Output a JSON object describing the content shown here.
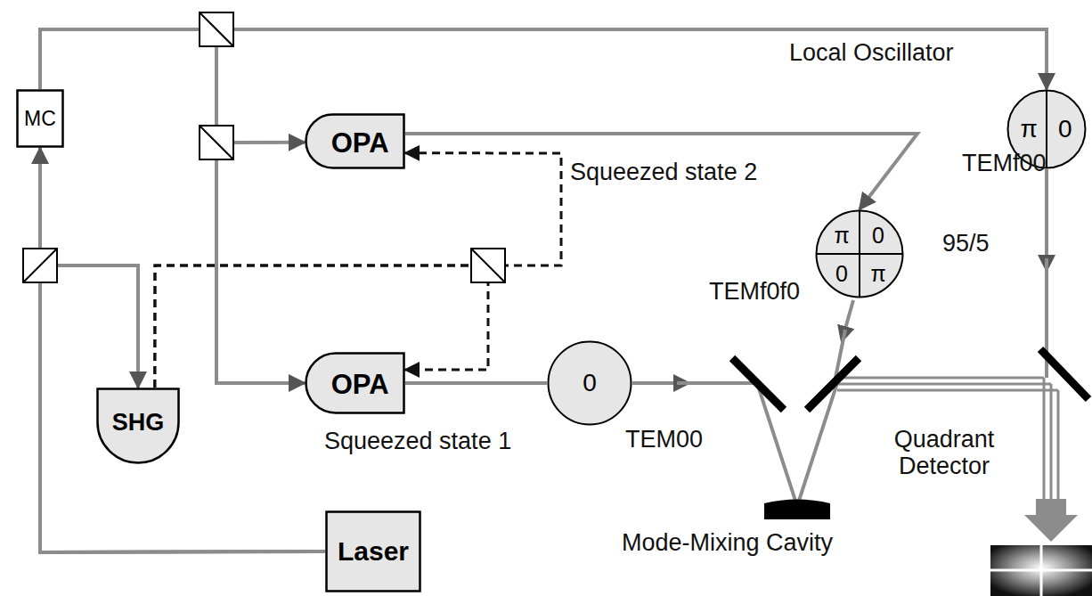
{
  "diagram": {
    "nodes": [
      {
        "text": [
          "MC"
        ]
      },
      {
        "text": [
          "OPA"
        ]
      },
      {
        "text": [
          "π",
          "0"
        ]
      },
      {
        "text": [
          "π",
          "0",
          "0",
          "π"
        ]
      },
      {
        "text": [
          "OPA"
        ]
      },
      {
        "text": [
          "0"
        ]
      },
      {
        "text": [
          "SHG"
        ]
      },
      {
        "text": [
          "Laser"
        ]
      }
    ],
    "edges": [
      {
        "from": 7,
        "to": 0,
        "arrow": "to"
      },
      {
        "from": 7,
        "to": 6,
        "arrow": "to"
      },
      {
        "from": 0,
        "to": 2,
        "arrow": "to"
      },
      {
        "from": 0,
        "to": 1,
        "arrow": "to"
      },
      {
        "from": 0,
        "to": 4,
        "arrow": "to"
      },
      {
        "from": 6,
        "to": 1,
        "arrow": "to"
      },
      {
        "from": 6,
        "to": 4,
        "arrow": "to"
      },
      {
        "from": 1,
        "to": 3,
        "arrow": "to"
      },
      {
        "from": 4,
        "to": 5,
        "arrow": "none"
      }
    ],
    "labels": [
      "Local Oscillator",
      "Squeezed state 2",
      "TEMf00",
      "TEMf0f0",
      "95/5",
      "Squeezed state 1",
      "TEM00",
      "Quadrant Detector",
      "Mode-Mixing Cavity"
    ]
  }
}
